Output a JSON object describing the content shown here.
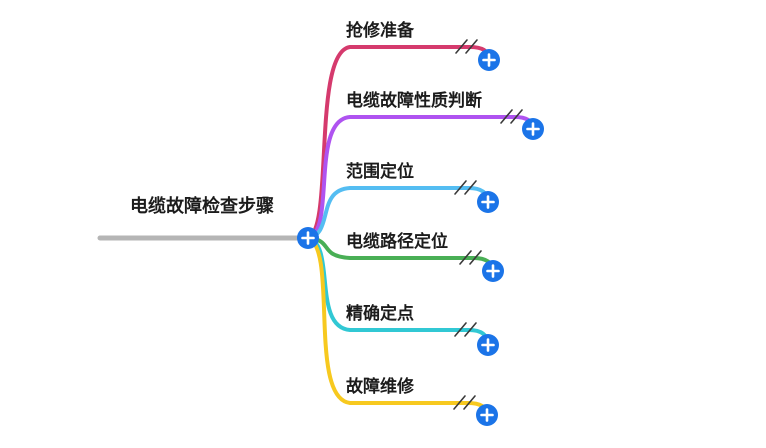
{
  "mindmap": {
    "accent": "#1b74e8",
    "root": {
      "label": "电缆故障检查步骤",
      "line_color": "#b5b5b5"
    },
    "branches": [
      {
        "label": "抢修准备",
        "color": "#d53a6d"
      },
      {
        "label": "电缆故障性质判断",
        "color": "#af53f0"
      },
      {
        "label": "范围定位",
        "color": "#54bdf2"
      },
      {
        "label": "电缆路径定位",
        "color": "#49af55"
      },
      {
        "label": "精确定点",
        "color": "#31c8d4"
      },
      {
        "label": "故障维修",
        "color": "#f7c91f"
      }
    ]
  }
}
